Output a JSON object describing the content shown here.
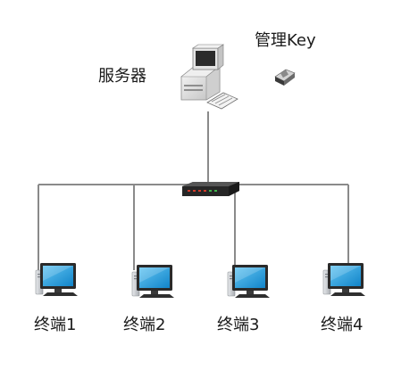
{
  "server": {
    "label": "服务器"
  },
  "key": {
    "label": "管理Key"
  },
  "terminals": [
    {
      "label": "终端1"
    },
    {
      "label": "终端2"
    },
    {
      "label": "终端3"
    },
    {
      "label": "终端4"
    }
  ],
  "colors": {
    "line": "#8a8a8a",
    "screen": "#1e9fe0",
    "monitor_frame": "#2a2a2a",
    "tower": "#c9ccd0",
    "switch_body": "#2b2b2b",
    "server_body": "#e6e6e6"
  }
}
